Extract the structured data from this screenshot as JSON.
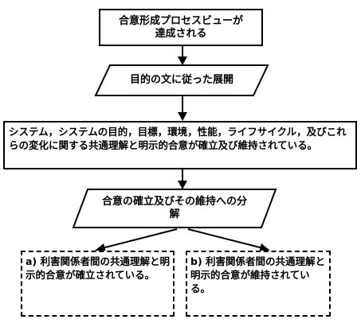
{
  "nodes": {
    "top": {
      "line1": "合意形成プロセスビューが",
      "line2": "達成される"
    },
    "purpose": {
      "text": "目的の文に従った展開"
    },
    "wide": {
      "text": "システム，システムの目的，目標，環境，性能，ライフサイクル，及びこれらの変化に関する共通理解と明示的合意が確立及び維持されている。"
    },
    "decompose": {
      "line1": "合意の確立及びその維持への分",
      "line2": "解"
    },
    "a": {
      "text": "a) 利害関係者間の共通理解と明示的合意が確立されている。"
    },
    "b": {
      "text": "b) 利害関係者間の共通理解と明示的合意が維持されている。"
    }
  }
}
